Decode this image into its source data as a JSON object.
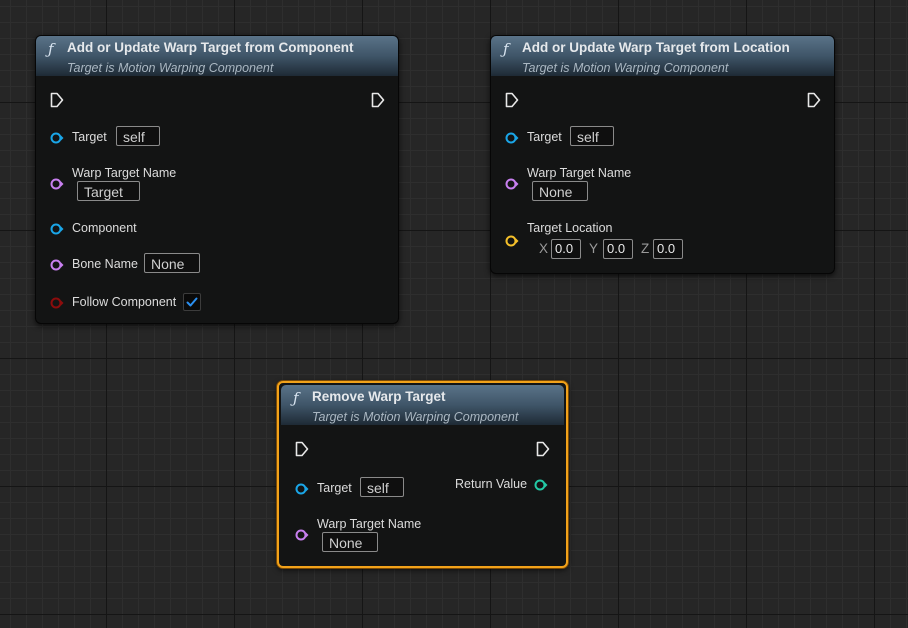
{
  "nodes": {
    "add_component": {
      "icon": "function-icon",
      "title": "Add or Update Warp Target from Component",
      "subtitle": "Target is Motion Warping Component",
      "target_label": "Target",
      "target_value": "self",
      "warp_name_label": "Warp Target Name",
      "warp_name_value": "Target",
      "component_label": "Component",
      "bone_label": "Bone Name",
      "bone_value": "None",
      "follow_label": "Follow Component",
      "follow_checked": true
    },
    "add_location": {
      "icon": "function-icon",
      "title": "Add or Update Warp Target from Location",
      "subtitle": "Target is Motion Warping Component",
      "target_label": "Target",
      "target_value": "self",
      "warp_name_label": "Warp Target Name",
      "warp_name_value": "None",
      "location_label": "Target Location",
      "x_label": "X",
      "x_value": "0.0",
      "y_label": "Y",
      "y_value": "0.0",
      "z_label": "Z",
      "z_value": "0.0"
    },
    "remove": {
      "icon": "function-icon",
      "title": "Remove Warp Target",
      "subtitle": "Target is Motion Warping Component",
      "target_label": "Target",
      "target_value": "self",
      "warp_name_label": "Warp Target Name",
      "warp_name_value": "None",
      "return_label": "Return Value",
      "selected": true
    }
  },
  "colors": {
    "object_pin": "#1aa6e8",
    "name_pin": "#c87ff0",
    "vector_pin": "#f5c02a",
    "bool_pin": "#8c0c0c",
    "return_pin": "#23c9a5",
    "selection": "#f2a21a",
    "check": "#2a8ff0"
  }
}
